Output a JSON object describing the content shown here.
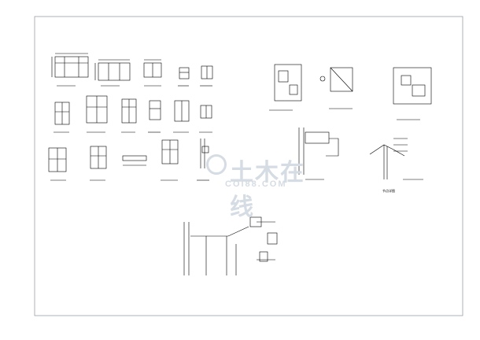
{
  "watermark": {
    "text_cn": "土木在线",
    "text_en": "COI88.COM"
  },
  "drawing": {
    "note_label": "节点详图"
  },
  "colors": {
    "background": "#ffffff",
    "line": "#000000",
    "frame": "#9aa0a6",
    "watermark": "#d6dce4"
  }
}
